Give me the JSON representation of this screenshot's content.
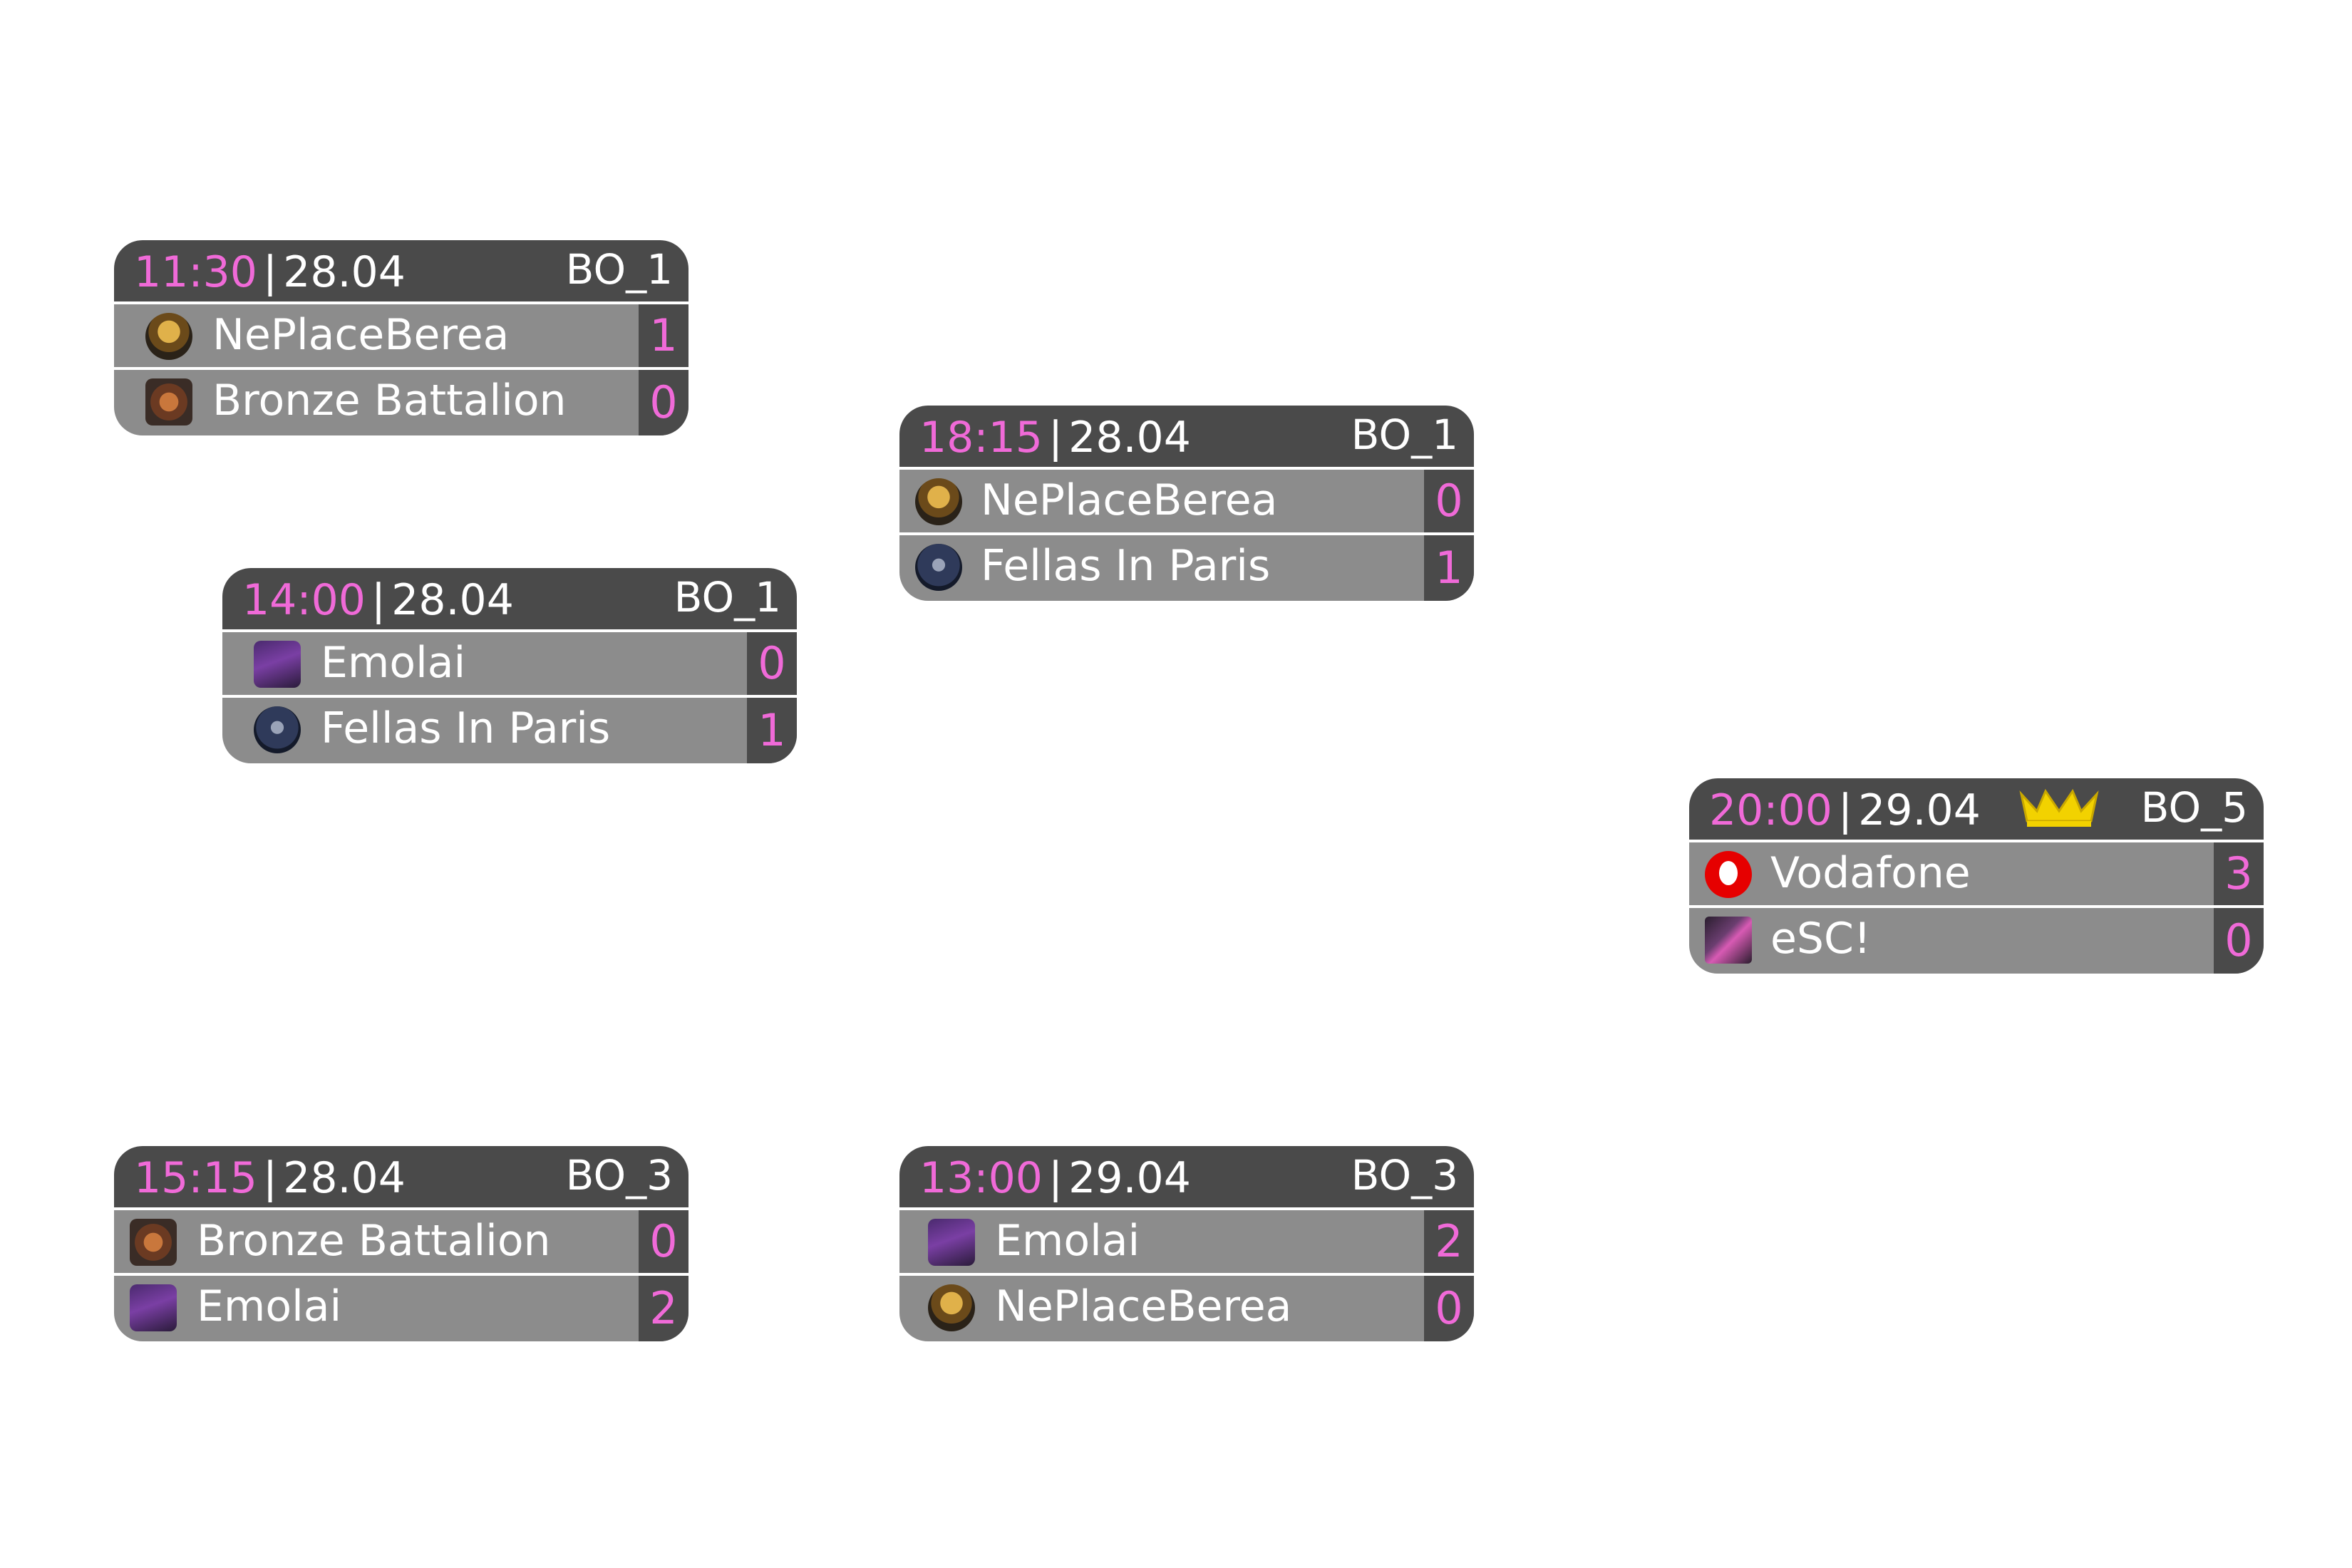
{
  "matches": [
    {
      "time": "11:30",
      "date": "28.04",
      "format": "BO_1",
      "teams": [
        {
          "name": "NePlaceBerea",
          "score": "1",
          "logo": "neplaceberea-logo"
        },
        {
          "name": "Bronze Battalion",
          "score": "0",
          "logo": "bronze-battalion-logo"
        }
      ]
    },
    {
      "time": "14:00",
      "date": "28.04",
      "format": "BO_1",
      "teams": [
        {
          "name": "Emolai",
          "score": "0",
          "logo": "emolai-logo"
        },
        {
          "name": "Fellas In Paris",
          "score": "1",
          "logo": "fellas-in-paris-logo"
        }
      ]
    },
    {
      "time": "18:15",
      "date": "28.04",
      "format": "BO_1",
      "teams": [
        {
          "name": "NePlaceBerea",
          "score": "0",
          "logo": "neplaceberea-logo"
        },
        {
          "name": "Fellas In Paris",
          "score": "1",
          "logo": "fellas-in-paris-logo"
        }
      ]
    },
    {
      "time": "20:00",
      "date": "29.04",
      "format": "BO_5",
      "crown": "crown-icon",
      "teams": [
        {
          "name": "Vodafone",
          "score": "3",
          "logo": "vodafone-logo"
        },
        {
          "name": "eSC!",
          "score": "0",
          "logo": "esc-logo"
        }
      ]
    },
    {
      "time": "15:15",
      "date": "28.04",
      "format": "BO_3",
      "teams": [
        {
          "name": "Bronze Battalion",
          "score": "0",
          "logo": "bronze-battalion-logo"
        },
        {
          "name": "Emolai",
          "score": "2",
          "logo": "emolai-logo"
        }
      ]
    },
    {
      "time": "13:00",
      "date": "29.04",
      "format": "BO_3",
      "teams": [
        {
          "name": "Emolai",
          "score": "2",
          "logo": "emolai-logo"
        },
        {
          "name": "NePlaceBerea",
          "score": "0",
          "logo": "neplaceberea-logo"
        }
      ]
    }
  ],
  "colors": {
    "accent": "#f06ad8",
    "header_bg": "#4a4a4a",
    "row_bg": "#8c8c8c",
    "crown": "#f2d200"
  }
}
